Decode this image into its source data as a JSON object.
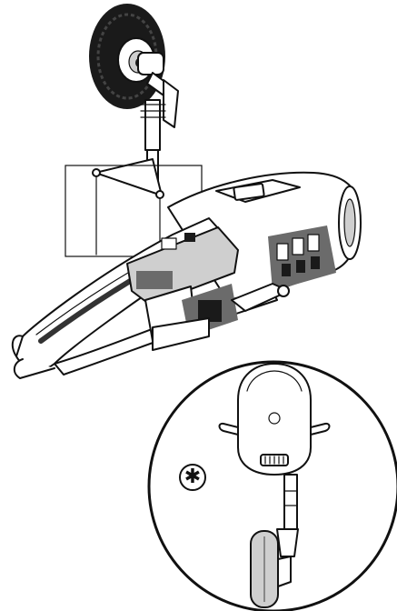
{
  "figure": {
    "symbol": "✱",
    "parts": [
      "nose-gear-wheel-detail",
      "aircraft-nose-section-cutaway",
      "front-view-inset"
    ]
  }
}
